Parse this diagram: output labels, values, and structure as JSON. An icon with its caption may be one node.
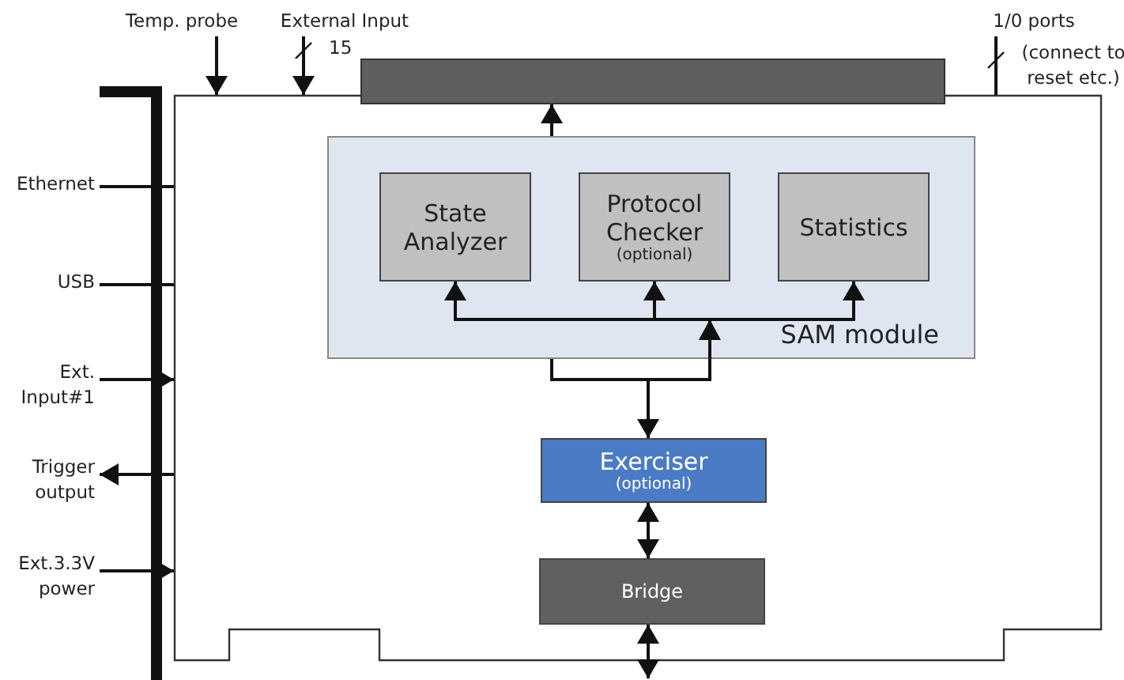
{
  "diagram": {
    "nodes": [
      {
        "text": [],
        "shape": "box"
      },
      {
        "text": [],
        "shape": "bar"
      },
      {
        "text": [
          "SAM module"
        ],
        "in": 0
      },
      {
        "text": [
          "State Analyzer"
        ],
        "in": 2
      },
      {
        "text": [
          "Protocol Checker",
          "(optional)"
        ],
        "in": 2
      },
      {
        "text": [
          "Statistics"
        ],
        "in": 2
      },
      {
        "text": [
          "Exerciser",
          "(optional)"
        ],
        "in": 0
      },
      {
        "text": [
          "Bridge"
        ],
        "in": 0
      },
      {
        "text": [
          "Temp. probe"
        ]
      },
      {
        "text": [
          "External Input"
        ],
        "beside": [
          "15"
        ]
      },
      {
        "text": [
          "1/0 ports"
        ],
        "beside": [
          "(connect to reset etc.)"
        ]
      },
      {
        "text": [
          "Ethernet"
        ]
      },
      {
        "text": [
          "USB"
        ]
      },
      {
        "text": [
          "Ext. Input#1"
        ]
      },
      {
        "text": [
          "Trigger output"
        ]
      },
      {
        "text": [
          "Ext.3.3V power"
        ]
      }
    ],
    "edges": [
      {
        "from": 2,
        "to": 1,
        "arrow": "to"
      },
      {
        "from": 6,
        "to": 3,
        "arrow": "to"
      },
      {
        "from": 6,
        "to": 4,
        "arrow": "to"
      },
      {
        "from": 6,
        "to": 5,
        "arrow": "to"
      },
      {
        "from": 2,
        "to": 6,
        "arrow": "to"
      },
      {
        "from": 6,
        "to": 7,
        "arrow": "both"
      },
      {
        "from": 7,
        "to": null,
        "arrow": "both"
      },
      {
        "from": 8,
        "to": 0,
        "arrow": "to"
      },
      {
        "from": 9,
        "to": 0,
        "arrow": "to"
      },
      {
        "from": 10,
        "to": 0,
        "arrow": "none"
      },
      {
        "from": 11,
        "to": 0,
        "arrow": "none"
      },
      {
        "from": 12,
        "to": 0,
        "arrow": "none"
      },
      {
        "from": 13,
        "to": 0,
        "arrow": "to"
      },
      {
        "from": 0,
        "to": 14,
        "arrow": "to"
      },
      {
        "from": 15,
        "to": 0,
        "arrow": "to"
      }
    ]
  }
}
